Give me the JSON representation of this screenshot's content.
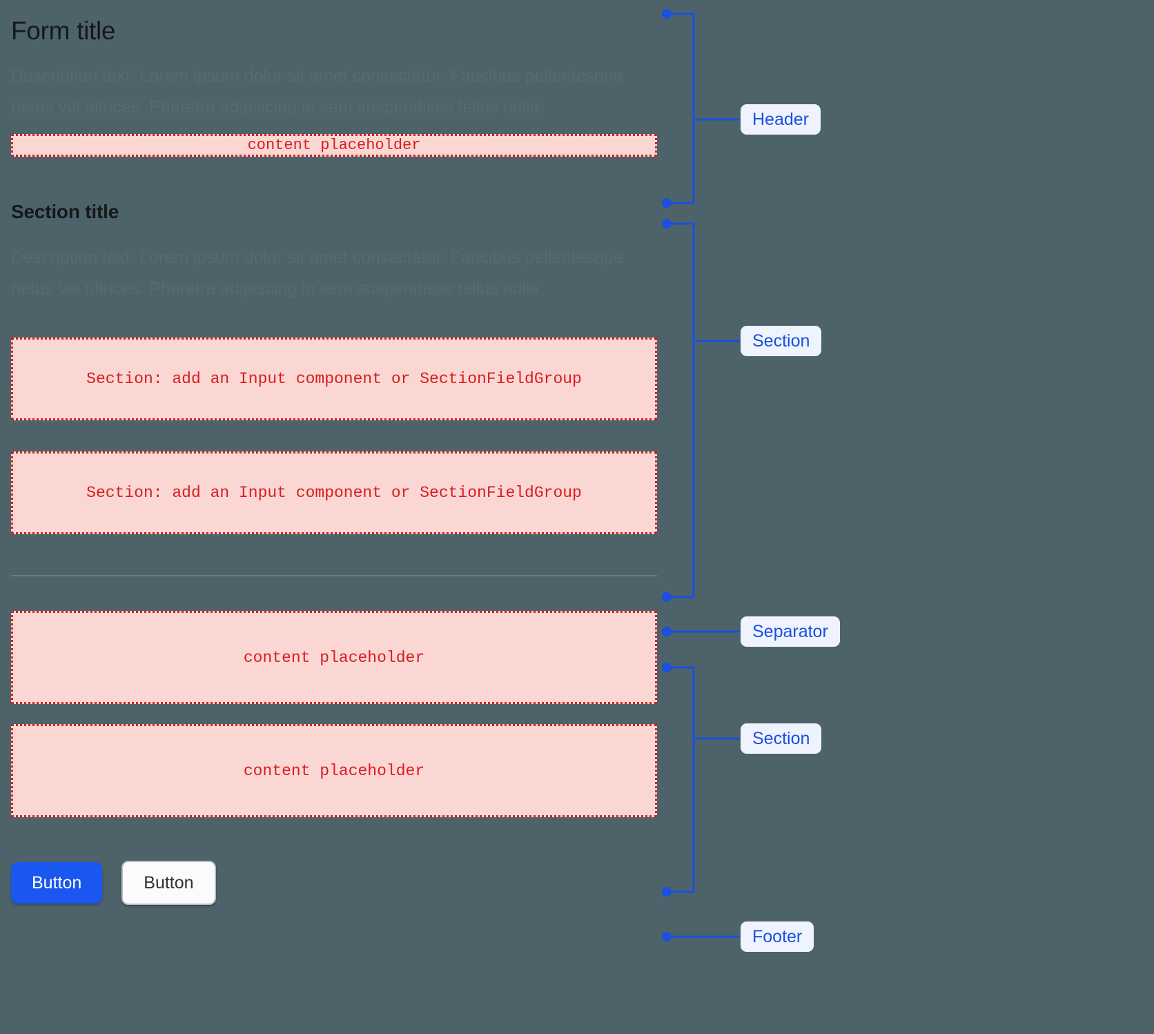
{
  "theme": {
    "background": "#4d6369",
    "accent_blue": "#1a56f0",
    "annotation_blue": "#1a4fe0",
    "badge_bg": "#eef3fe",
    "placeholder_bg": "#fbd7d4",
    "placeholder_border": "#cf2222",
    "placeholder_text": "#d81d1d",
    "title_color": "#15191c",
    "description_color": "#5c676e",
    "separator_color": "#6d7a80"
  },
  "header": {
    "title": "Form title",
    "description": "Description text. Lorem ipsum dolor sit amet consectetur. Faucibus pellentesque netus vel ultrices. Pharetra adipiscing in sem suspendisse tellus nulla.",
    "placeholder": "content placeholder"
  },
  "section": {
    "title": "Section title",
    "description": "Description text. Lorem ipsum dolor sit amet consectetur. Faucibus pellentesque netus vel ultrices. Pharetra adipiscing in sem suspendisse tellus nulla.",
    "field_placeholder_1": "Section: add an Input component or SectionFieldGroup",
    "field_placeholder_2": "Section: add an Input component or SectionFieldGroup"
  },
  "section_two": {
    "placeholder_1": "content placeholder",
    "placeholder_2": "content placeholder"
  },
  "footer": {
    "primary_button": "Button",
    "secondary_button": "Button"
  },
  "annotations": [
    {
      "label": "Header",
      "kind": "bracket"
    },
    {
      "label": "Section",
      "kind": "bracket"
    },
    {
      "label": "Separator",
      "kind": "line"
    },
    {
      "label": "Section",
      "kind": "bracket"
    },
    {
      "label": "Footer",
      "kind": "line"
    }
  ]
}
